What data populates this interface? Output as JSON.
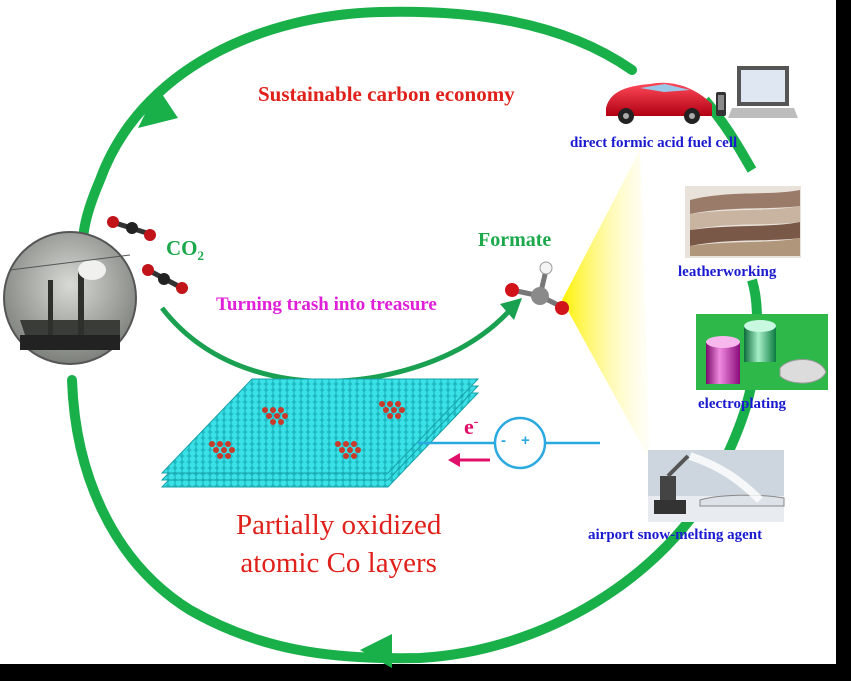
{
  "title": "Sustainable carbon economy",
  "reactant": {
    "label": "CO",
    "subscript": "2"
  },
  "product": {
    "label": "Formate"
  },
  "process_label": "Turning trash into treasure",
  "catalyst_label_lines": [
    "Partially oxidized",
    "atomic Co layers"
  ],
  "electron": {
    "symbol": "e",
    "charge": "-"
  },
  "battery": {
    "negative": "-",
    "positive": "+"
  },
  "applications": [
    {
      "name": "direct formic acid fuel cell",
      "icon": "car-phone-laptop-icon"
    },
    {
      "name": "leatherworking",
      "icon": "leather-fabric-icon"
    },
    {
      "name": "electroplating",
      "icon": "electroplated-cylinders-icon"
    },
    {
      "name": "airport snow-melting agent",
      "icon": "airport-deicing-icon"
    }
  ],
  "colors": {
    "cycle_arrow": "#19b04a",
    "title": "#e0201a",
    "application_text": "#1a1ad0",
    "process_text": "#e020d8",
    "catalyst_sheet": "#2ad0d6",
    "oxygen_atoms": "#c83a2a",
    "wire": "#2aa8e0"
  }
}
